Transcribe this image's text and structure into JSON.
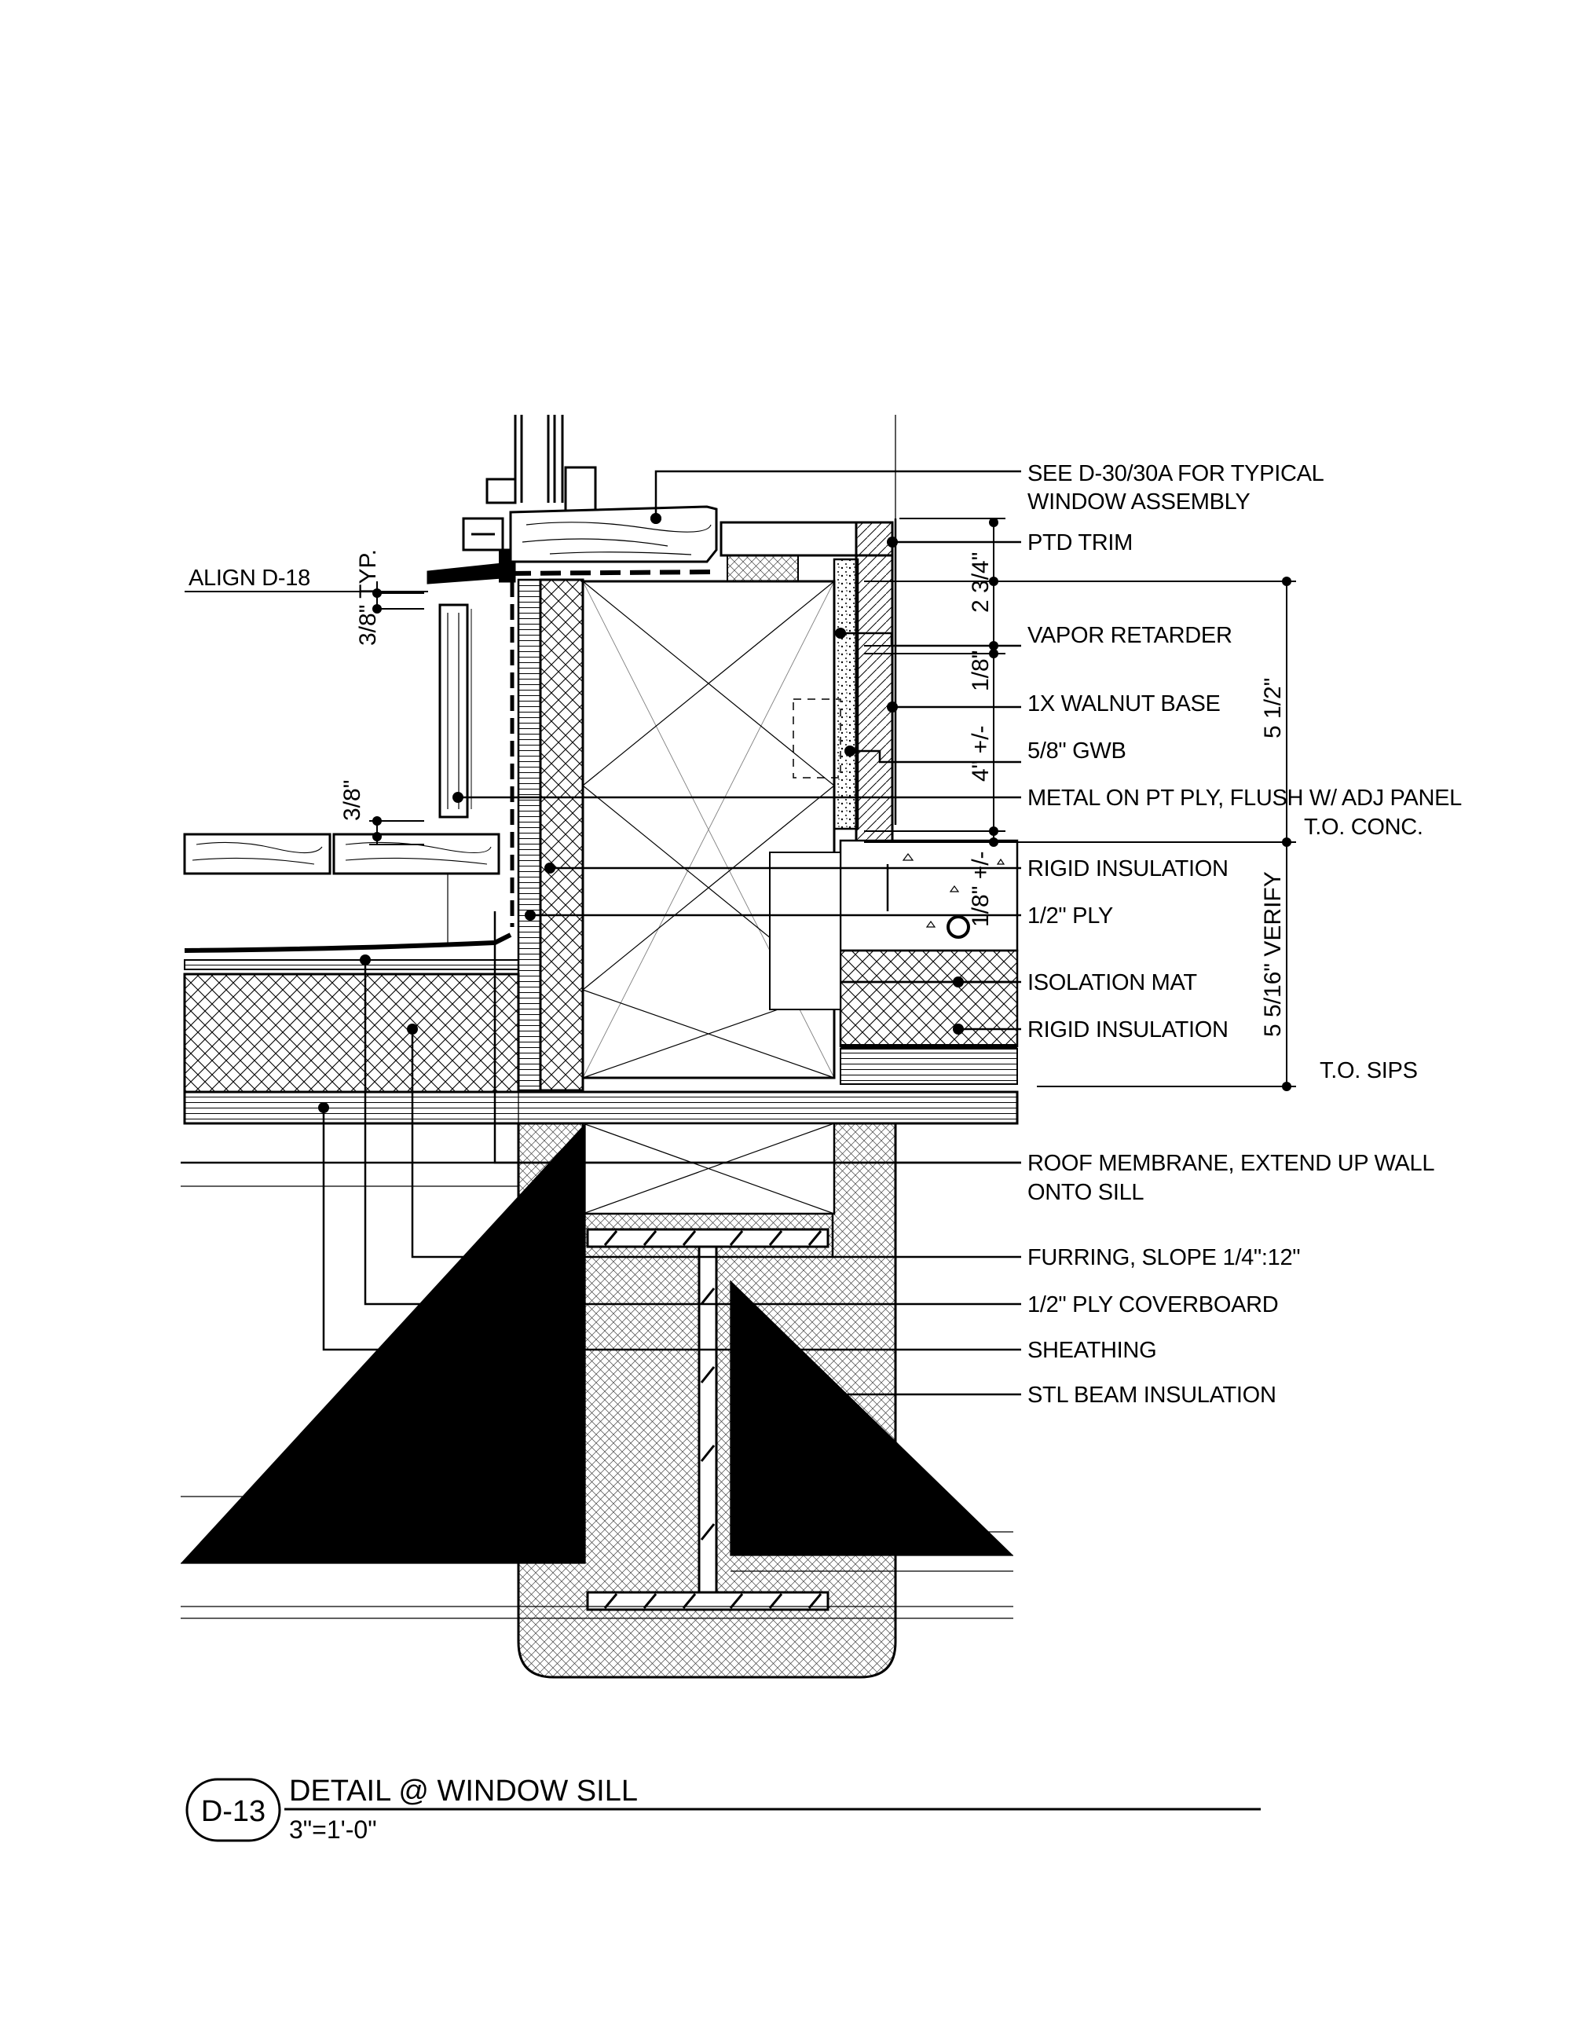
{
  "detail": {
    "tag": "D-13",
    "title": "DETAIL @ WINDOW SILL",
    "scale": "3\"=1'-0\""
  },
  "callouts": {
    "window_assembly_1": "SEE D-30/30A FOR TYPICAL",
    "window_assembly_2": "WINDOW ASSEMBLY",
    "ptd_trim": "PTD TRIM",
    "vapor_retarder": "VAPOR RETARDER",
    "walnut_base": "1X WALNUT BASE",
    "gwb": "5/8\" GWB",
    "metal_ply": "METAL ON PT PLY, FLUSH W/ ADJ PANEL",
    "to_conc": "T.O. CONC.",
    "rigid_insulation_upper": "RIGID INSULATION",
    "half_ply": "1/2\" PLY",
    "isolation_mat": "ISOLATION MAT",
    "rigid_insulation_lower": "RIGID INSULATION",
    "to_sips": "T.O. SIPS",
    "roof_membrane_1": "ROOF MEMBRANE, EXTEND UP WALL",
    "roof_membrane_2": "ONTO SILL",
    "furring": "FURRING, SLOPE 1/4\":12\"",
    "coverboard": "1/2\" PLY COVERBOARD",
    "sheathing": "SHEATHING",
    "stl_beam_insulation": "STL BEAM INSULATION",
    "align": "ALIGN D-18"
  },
  "dimensions": {
    "three_eighths_typ": "3/8\" TYP.",
    "three_eighths": "3/8\"",
    "two_three_quarters": "2 3/4\"",
    "one_eighth_a": "1/8\"",
    "four_approx": "4\" +/-",
    "one_eighth_b": "1/8\" +/-",
    "five_half": "5 1/2\"",
    "five_five_sixteenths": "5 5/16\" VERIFY"
  }
}
